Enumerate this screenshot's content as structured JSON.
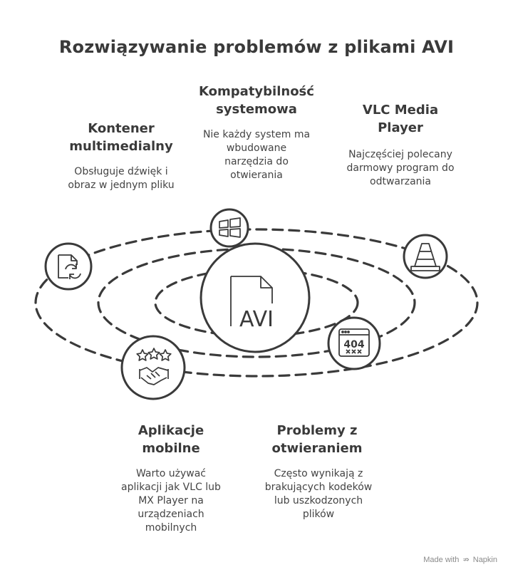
{
  "title": "Rozwiązywanie problemów z plikami AVI",
  "center": {
    "label": "AVI",
    "icon": "avi-file-icon"
  },
  "nodes": [
    {
      "id": "kontener",
      "heading": "Kontener\nmultimedialny",
      "description": "Obsługuje dźwięk i\nobraz w jednym pliku",
      "icon": "file-sync-icon"
    },
    {
      "id": "kompatybilnosc",
      "heading": "Kompatybilność\nsystemowa",
      "description": "Nie każdy system ma\nwbudowane\nnarzędzia do\notwierania",
      "icon": "windows-logo-icon"
    },
    {
      "id": "vlc",
      "heading": "VLC Media\nPlayer",
      "description": "Najczęściej polecany\ndarmowy program do\nodtwarzania",
      "icon": "vlc-cone-icon"
    },
    {
      "id": "problemy",
      "heading": "Problemy z\notwieraniem",
      "description": "Często wynikają z\nbrakujących kodeków\nlub uszkodzonych\nplików",
      "icon": "error-404-icon",
      "icon_text": "404"
    },
    {
      "id": "aplikacje",
      "heading": "Aplikacje\nmobilne",
      "description": "Warto używać\naplikacji jak VLC lub\nMX Player na\nurządzeniach\nmobilnych",
      "icon": "handshake-stars-icon"
    }
  ],
  "footer": {
    "made_with": "Made with",
    "brand": "Napkin"
  }
}
